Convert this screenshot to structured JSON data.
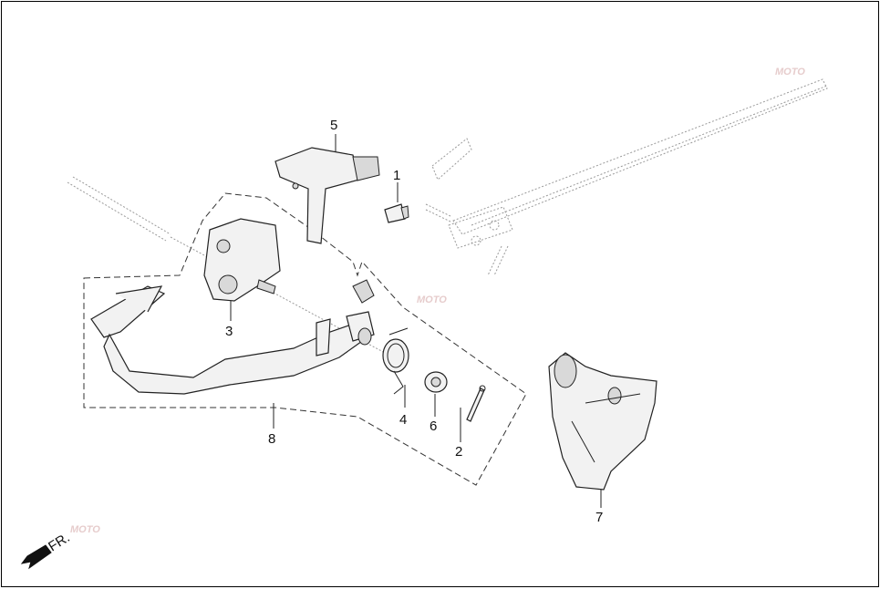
{
  "direction_label": "FR.",
  "callouts": [
    {
      "id": "1",
      "text": "1"
    },
    {
      "id": "2",
      "text": "2"
    },
    {
      "id": "3",
      "text": "3"
    },
    {
      "id": "4",
      "text": "4"
    },
    {
      "id": "5",
      "text": "5"
    },
    {
      "id": "6",
      "text": "6"
    },
    {
      "id": "7",
      "text": "7"
    },
    {
      "id": "8",
      "text": "8"
    }
  ],
  "watermark": "MOTO"
}
